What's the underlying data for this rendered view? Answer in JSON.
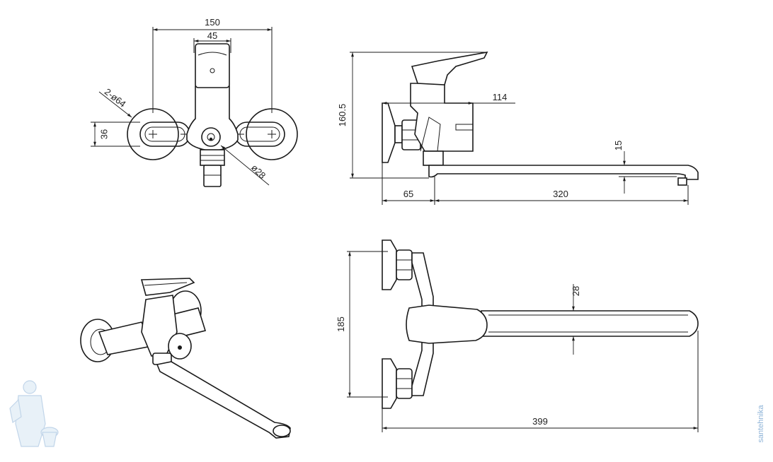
{
  "front_view": {
    "dim_total_width": "150",
    "dim_body_width": "45",
    "dim_eccentric_dia": "2-ø64",
    "dim_height": "36",
    "dim_outlet_dia": "ø28"
  },
  "side_view": {
    "dim_height": "160.5",
    "dim_wall_to_control": "114",
    "dim_spout_height": "15",
    "dim_wall_to_spout": "65",
    "dim_spout_length": "320"
  },
  "top_view": {
    "dim_centers": "185",
    "dim_spout_width": "28",
    "dim_total_length": "399"
  },
  "watermark": {
    "text": "santehnika",
    "logo": "plumber-mascot-icon"
  },
  "colors": {
    "line": "#1a1a1a",
    "watermark": "#8fb4d8"
  }
}
